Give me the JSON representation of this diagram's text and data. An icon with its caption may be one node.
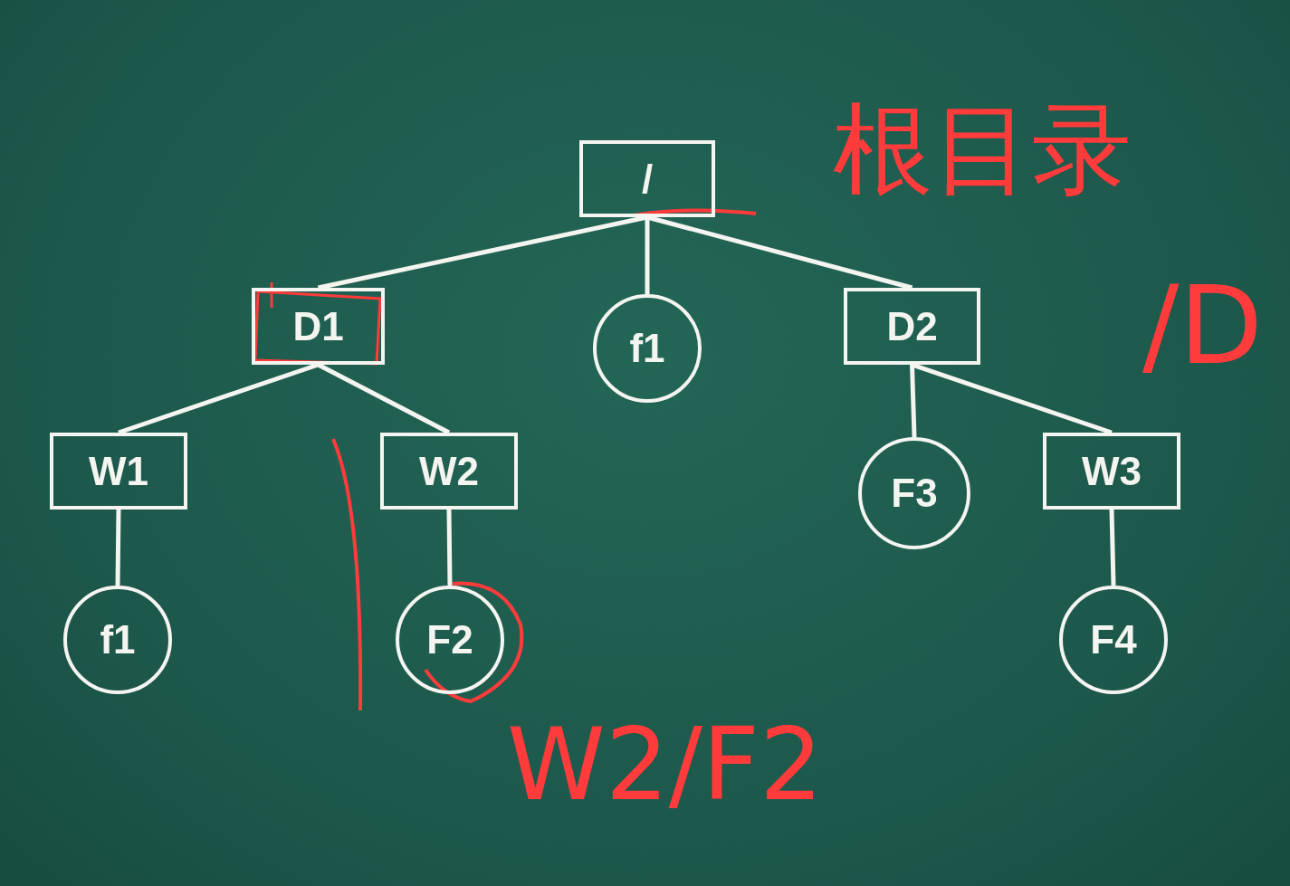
{
  "diagram": {
    "nodes": [
      {
        "text": [
          "/"
        ]
      },
      {
        "text": [
          "D1"
        ]
      },
      {
        "text": [
          "f1"
        ]
      },
      {
        "text": [
          "D2"
        ]
      },
      {
        "text": [
          "W1"
        ]
      },
      {
        "text": [
          "W2"
        ]
      },
      {
        "text": [
          "F3"
        ]
      },
      {
        "text": [
          "W3"
        ]
      },
      {
        "text": [
          "f1"
        ]
      },
      {
        "text": [
          "F2"
        ]
      },
      {
        "text": [
          "F4"
        ]
      }
    ],
    "edges": [
      {
        "from": 0,
        "to": 1,
        "arrow": "none"
      },
      {
        "from": 0,
        "to": 2,
        "arrow": "none"
      },
      {
        "from": 0,
        "to": 3,
        "arrow": "none"
      },
      {
        "from": 1,
        "to": 4,
        "arrow": "none"
      },
      {
        "from": 1,
        "to": 5,
        "arrow": "none"
      },
      {
        "from": 3,
        "to": 6,
        "arrow": "none"
      },
      {
        "from": 3,
        "to": 7,
        "arrow": "none"
      },
      {
        "from": 4,
        "to": 8,
        "arrow": "none"
      },
      {
        "from": 5,
        "to": 9,
        "arrow": "none"
      },
      {
        "from": 7,
        "to": 10,
        "arrow": "none"
      }
    ],
    "labels": [
      "根目录",
      "/D",
      "W2/F2"
    ]
  }
}
